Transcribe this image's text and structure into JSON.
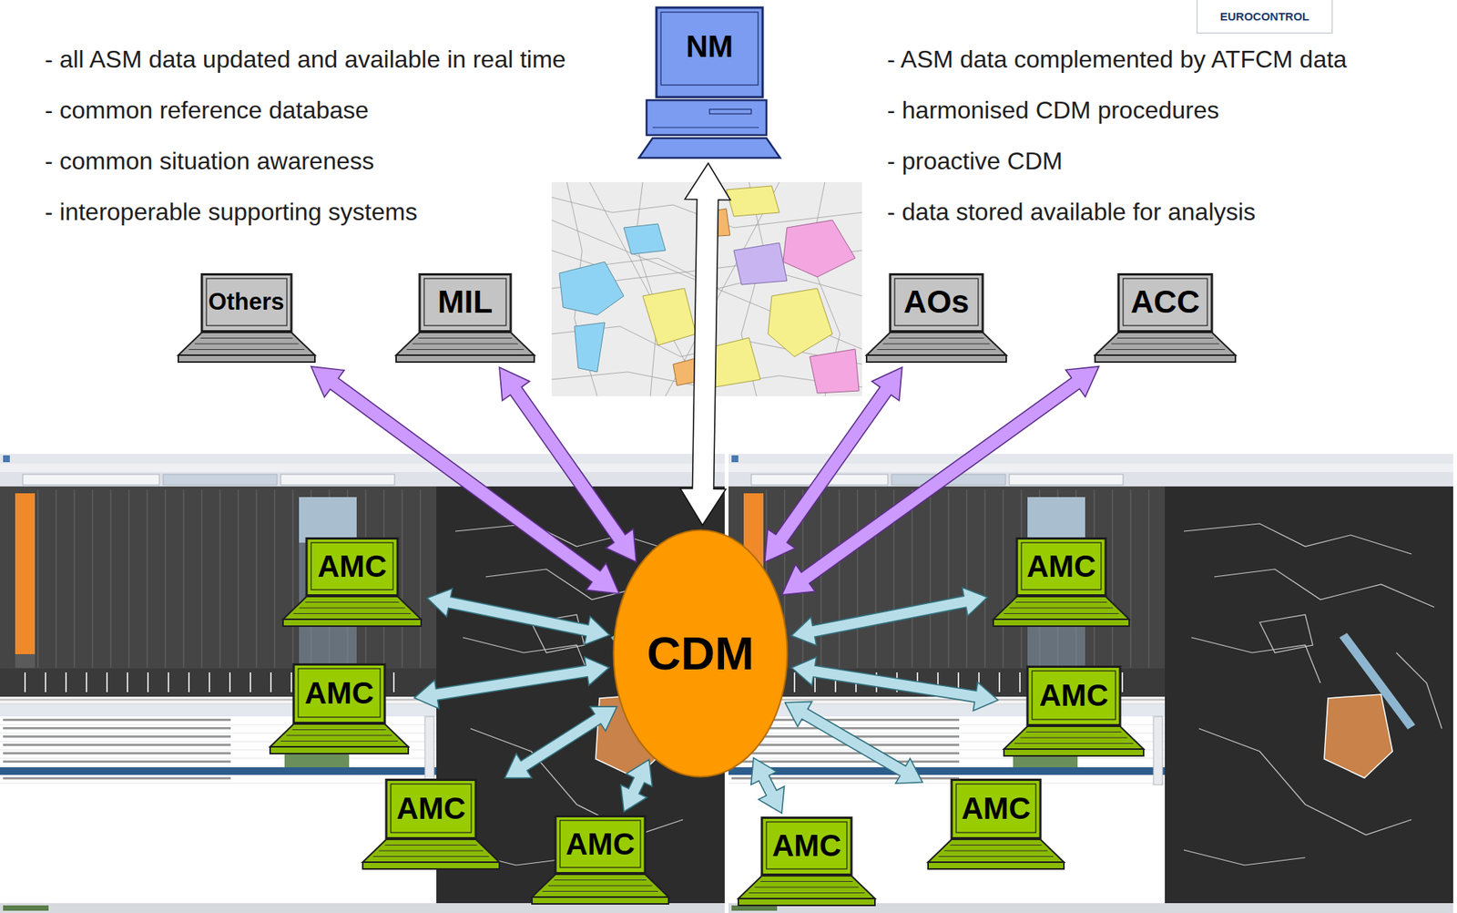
{
  "diagram": {
    "nodes": [
      {
        "text": [
          "NM"
        ]
      },
      {
        "text": [
          "Others"
        ]
      },
      {
        "text": [
          "MIL"
        ]
      },
      {
        "text": [
          "AOs"
        ]
      },
      {
        "text": [
          "ACC"
        ]
      },
      {
        "text": [
          "CDM"
        ]
      },
      {
        "text": [
          "AMC"
        ]
      },
      {
        "text": [
          "AMC"
        ]
      },
      {
        "text": [
          "AMC"
        ]
      },
      {
        "text": [
          "AMC"
        ]
      },
      {
        "text": [
          "AMC"
        ]
      },
      {
        "text": [
          "AMC"
        ]
      },
      {
        "text": [
          "AMC"
        ]
      },
      {
        "text": [
          "AMC"
        ]
      }
    ],
    "edges": [
      {
        "from": 0,
        "to": 5,
        "arrow": "both"
      },
      {
        "from": 1,
        "to": 5,
        "arrow": "both"
      },
      {
        "from": 2,
        "to": 5,
        "arrow": "both"
      },
      {
        "from": 3,
        "to": 5,
        "arrow": "both"
      },
      {
        "from": 4,
        "to": 5,
        "arrow": "both"
      },
      {
        "from": 6,
        "to": 5,
        "arrow": "both"
      },
      {
        "from": 7,
        "to": 5,
        "arrow": "both"
      },
      {
        "from": 8,
        "to": 5,
        "arrow": "both"
      },
      {
        "from": 9,
        "to": 5,
        "arrow": "both"
      },
      {
        "from": 10,
        "to": 5,
        "arrow": "both"
      },
      {
        "from": 11,
        "to": 5,
        "arrow": "both"
      },
      {
        "from": 12,
        "to": 5,
        "arrow": "both"
      },
      {
        "from": 13,
        "to": 5,
        "arrow": "both"
      }
    ],
    "labels": [
      "EUROCONTROL",
      "- all ASM data updated and available in real time",
      "- common reference database",
      "- common situation awareness",
      "- interoperable supporting systems",
      "- ASM data complemented by ATFCM data",
      "- harmonised CDM procedures",
      "- proactive CDM",
      "- data stored available for analysis"
    ]
  }
}
